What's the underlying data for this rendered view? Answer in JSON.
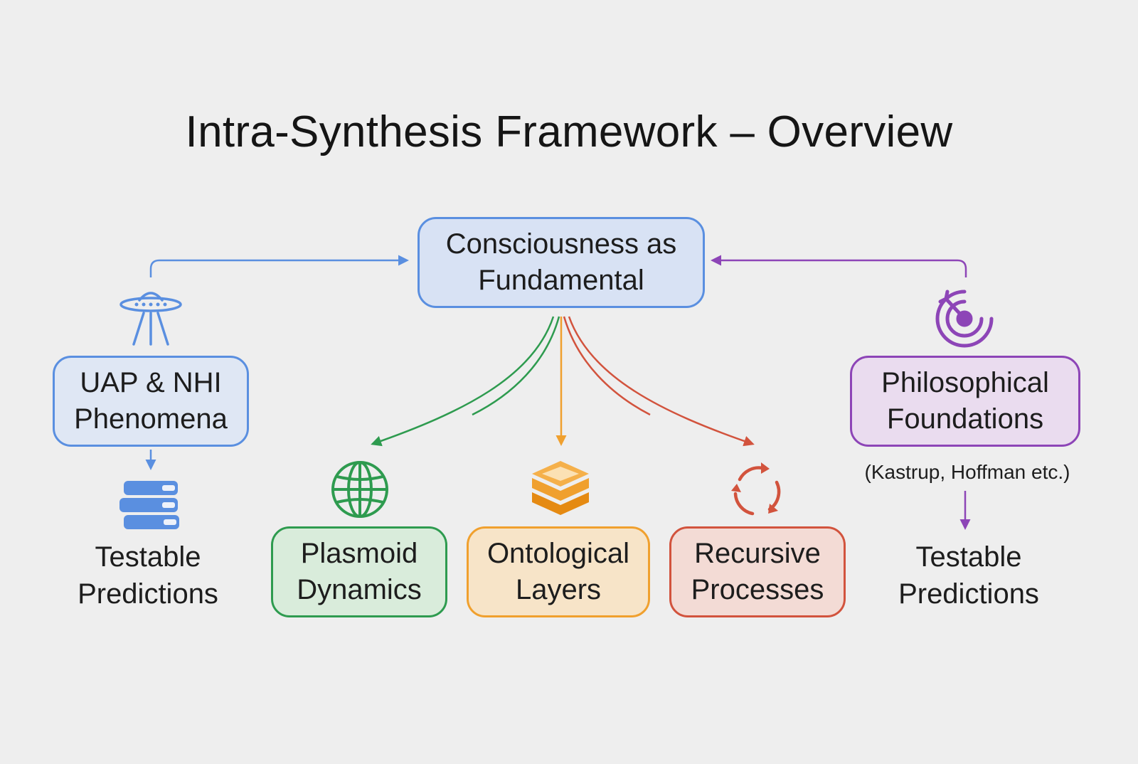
{
  "title": "Intra-Synthesis Framework – Overview",
  "colors": {
    "blue": "#5a8fe0",
    "purple": "#8d45b7",
    "green": "#2e9b4f",
    "orange": "#f0a02e",
    "red": "#d2533d"
  },
  "nodes": {
    "core": {
      "line1": "Consciousness as",
      "line2": "Fundamental"
    },
    "uap": {
      "line1": "UAP & NHI",
      "line2": "Phenomena",
      "icon": "ufo-icon"
    },
    "philosophical": {
      "line1": "Philosophical",
      "line2": "Foundations",
      "icon": "target-icon",
      "note": "(Kastrup, Hoffman etc.)"
    },
    "plasmoid": {
      "line1": "Plasmoid",
      "line2": "Dynamics",
      "icon": "globe-icon"
    },
    "ontological": {
      "line1": "Ontological",
      "line2": "Layers",
      "icon": "layers-icon"
    },
    "recursive": {
      "line1": "Recursive",
      "line2": "Processes",
      "icon": "cycle-arrows-icon"
    }
  },
  "outputs": {
    "left": {
      "line1": "Testable",
      "line2": "Predictions",
      "icon": "books-icon"
    },
    "right": {
      "line1": "Testable",
      "line2": "Predictions"
    }
  }
}
